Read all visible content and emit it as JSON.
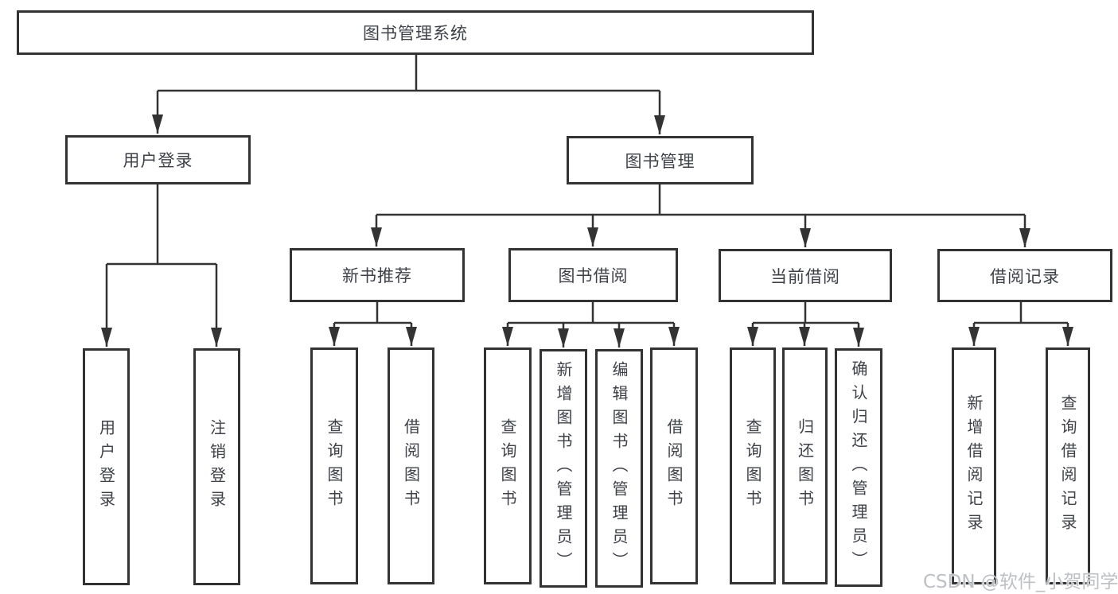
{
  "tree": {
    "root": {
      "label": "图书管理系统",
      "children": [
        {
          "label": "用户登录",
          "children": [
            {
              "label": "用户登录"
            },
            {
              "label": "注销登录"
            }
          ]
        },
        {
          "label": "图书管理",
          "children": [
            {
              "label": "新书推荐",
              "children": [
                {
                  "label": "查询图书"
                },
                {
                  "label": "借阅图书"
                }
              ]
            },
            {
              "label": "图书借阅",
              "children": [
                {
                  "label": "查询图书"
                },
                {
                  "label": "新增图书（管理员）"
                },
                {
                  "label": "编辑图书（管理员）"
                },
                {
                  "label": "借阅图书"
                }
              ]
            },
            {
              "label": "当前借阅",
              "children": [
                {
                  "label": "查询图书"
                },
                {
                  "label": "归还图书"
                },
                {
                  "label": "确认归还（管理员）"
                }
              ]
            },
            {
              "label": "借阅记录",
              "children": [
                {
                  "label": "新增借阅记录"
                },
                {
                  "label": "查询借阅记录"
                }
              ]
            }
          ]
        }
      ]
    }
  },
  "watermark": {
    "text": "CSDN @软件_小贺同学"
  },
  "colors": {
    "line": "#333333",
    "node_border": "#333333",
    "node_text": "#3e4148",
    "watermark": "#bdc0c4",
    "background": "#ffffff"
  }
}
